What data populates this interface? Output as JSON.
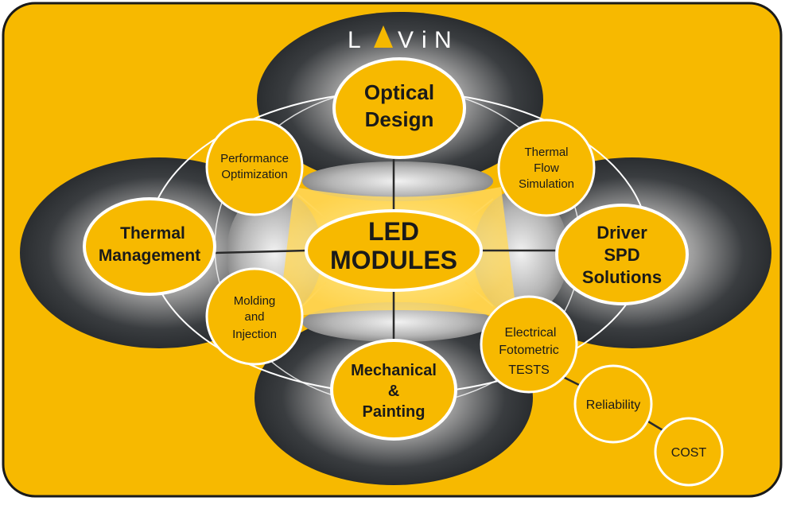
{
  "brand": {
    "logo_text": "LAVIN",
    "logo_letters": [
      "L",
      "V",
      "i",
      "N"
    ],
    "accent_color": "#f5b800"
  },
  "colors": {
    "background": "#f7b900",
    "outer_border": "#1a1a1a",
    "node_fill": "#f7b900",
    "node_stroke": "#ffffff",
    "dark_ring": "#2f3336",
    "connector": "#2a2a2a"
  },
  "center": {
    "line1": "LED",
    "line2": "MODULES"
  },
  "main_nodes": {
    "optical": {
      "line1": "Optical",
      "line2": "Design"
    },
    "thermal_mgmt": {
      "line1": "Thermal",
      "line2": "Management"
    },
    "driver": {
      "line1": "Driver",
      "line2": "SPD",
      "line3": "Solutions"
    },
    "mechanical": {
      "line1": "Mechanical",
      "line2": "&",
      "line3": "Painting"
    }
  },
  "secondary_nodes": {
    "performance": {
      "line1": "Performance",
      "line2": "Optimization"
    },
    "thermal_flow": {
      "line1": "Thermal",
      "line2": "Flow",
      "line3": "Simulation"
    },
    "molding": {
      "line1": "Molding",
      "line2": "and",
      "line3": "Injection"
    },
    "electrical": {
      "line1": "Electrical",
      "line2": "Fotometric",
      "line3": "TESTS"
    },
    "reliability": {
      "line1": "Reliability"
    },
    "cost": {
      "line1": "COST"
    }
  }
}
